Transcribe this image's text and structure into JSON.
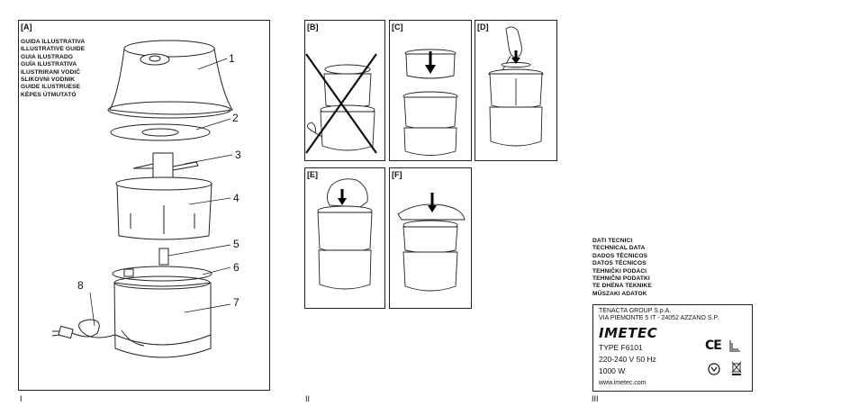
{
  "page1": {
    "panel_label": "[A]",
    "languages": [
      "GUIDA ILLUSTRATIVA",
      "ILLUSTRATIVE GUIDE",
      "GUIA ILUSTRADO",
      "GUÍA ILUSTRATIVA",
      "ILUSTRIRANI VODIČ",
      "SLIKOVNI VODNIK",
      "GUIDE ILUSTRUESE",
      "KÉPES ÚTMUTATÓ"
    ],
    "callouts": [
      "1",
      "2",
      "3",
      "4",
      "5",
      "6",
      "7",
      "8"
    ],
    "page_number": "I"
  },
  "page2": {
    "panels": [
      "[B]",
      "[C]",
      "[D]",
      "[E]",
      "[F]"
    ],
    "page_number": "II"
  },
  "page3": {
    "tech_headings": [
      "DATI TECNICI",
      "TECHNICAL DATA",
      "DADOS TÉCNICOS",
      "DATOS TÉCNICOS",
      "TEHNIČKI PODACI",
      "TEHNIČNI PODATKI",
      "TE DHËNA TEKNIKE",
      "MŰSZAKI ADATOK"
    ],
    "plate": {
      "company": "TENACTA GROUP S.p.A.",
      "address": "VIA PIEMONTE 5 IT - 24052 AZZANO S.P.",
      "brand": "IMETEC",
      "type": "TYPE F6101",
      "voltage": "220-240 V  50 Hz",
      "power": "1000 W",
      "website": "www.imetec.com",
      "ce_mark": "CE"
    },
    "page_number": "III"
  }
}
